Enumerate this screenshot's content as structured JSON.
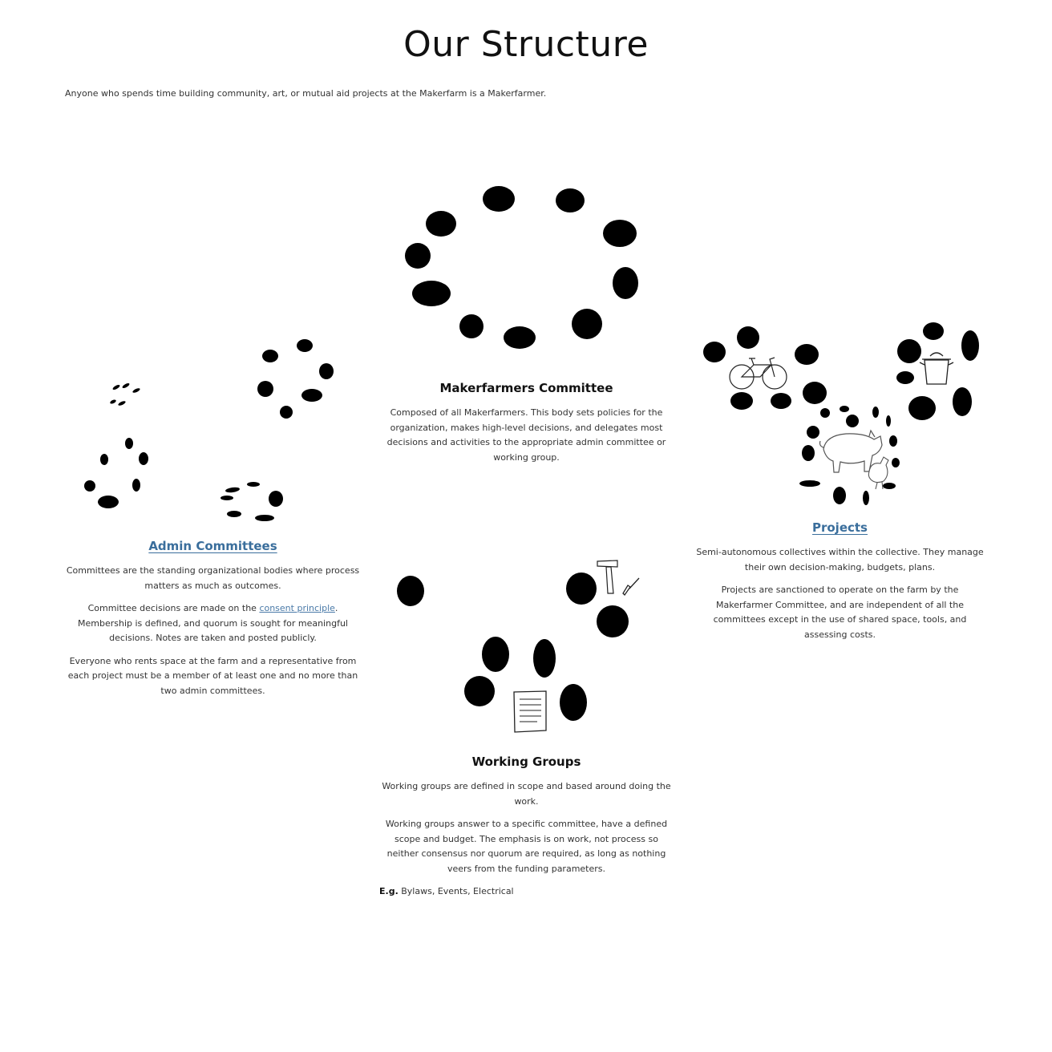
{
  "page": {
    "title": "Our Structure",
    "intro": "Anyone who spends time building community, art, or mutual aid projects at the Makerfarm is a Makerfarmer."
  },
  "makerfarmers_committee": {
    "heading": "Makerfarmers Committee",
    "body": "Composed of all Makerfarmers. This body sets policies for the organization, makes high-level decisions, and delegates most decisions and activities to the appropriate admin committee or working group."
  },
  "admin_committees": {
    "heading": "Admin Committees",
    "p1": "Committees are the standing organizational bodies where process matters as much as outcomes.",
    "p2_before": "Committee decisions are made on the ",
    "p2_link": "consent principle",
    "p2_after": ". Membership is defined, and quorum is sought for meaningful decisions. Notes are taken and posted publicly.",
    "p3": "Everyone who rents space at the farm and a representative from each project must be a member of at least one and no more than two admin committees."
  },
  "projects": {
    "heading": "Projects",
    "p1": "Semi-autonomous collectives within the collective. They manage their own decision-making, budgets, plans.",
    "p2": "Projects are sanctioned to operate on the farm by the Makerfarmer Committee, and are independent of all the committees except in the use of shared space, tools, and assessing costs."
  },
  "working_groups": {
    "heading": "Working Groups",
    "p1": "Working groups are defined in scope and based around doing the work.",
    "p2": "Working groups answer to a specific committee, have a defined scope and budget. The emphasis is on work, not process so neither consensus nor quorum are required, as long as nothing veers from the funding parameters.",
    "eg_label": "E.g.",
    "eg_items": "Bylaws, Events, Electrical"
  },
  "colors": {
    "link": "#3a6e9c",
    "text": "#333333",
    "heading": "#111111",
    "dot": "#000000"
  },
  "icons": [
    "bicycle-icon",
    "cooking-pot-icon",
    "pig-icon",
    "chicken-icon",
    "hammer-icon",
    "screwdriver-icon",
    "document-icon"
  ]
}
